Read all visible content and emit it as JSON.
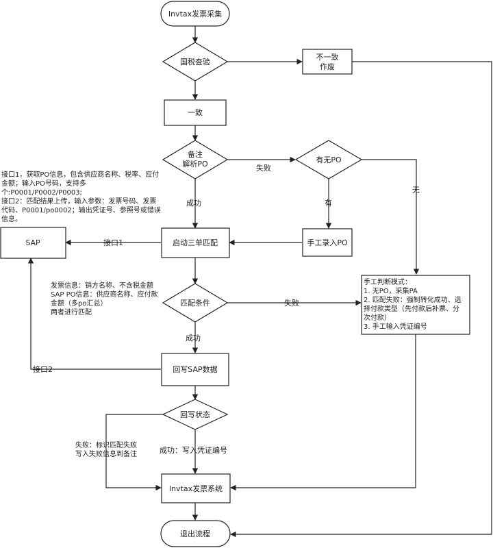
{
  "nodes": {
    "start": "Invtax发票采集",
    "tax_check": "国税查验",
    "void": [
      "不一致",
      "作废"
    ],
    "consistent": "一致",
    "parse_po": [
      "备注",
      "解析PO"
    ],
    "has_po": "有无PO",
    "manual_po": "手工录入PO",
    "sap": "SAP",
    "three_way": "启动三单匹配",
    "match_cond": "匹配条件",
    "manual_mode": [
      "手工判断模式：",
      "1.  无PO，采集PA",
      "2. 匹配失败：强制转化成功、选",
      "择付款类型（先付款后补票、分",
      "次付款）",
      "3.  手工输入凭证编号"
    ],
    "write_back": "回写SAP数据",
    "write_status": "回写状态",
    "invtax_system": "Invtax发票系统",
    "exit": "退出流程"
  },
  "edge_labels": {
    "fail1": "失败",
    "no": "无",
    "yes": "有",
    "success1": "成功",
    "api1": "接口1",
    "fail2": "失败",
    "success2": "成功",
    "api2": "接口2",
    "success3": "成功：写入凭证编号",
    "fail3": [
      "失败：标识匹配失败",
      "写入失败信息到备注"
    ]
  },
  "annotations": {
    "api_note": [
      "接口1，获取PO信息，包含供应商名称、税率、应付",
      "金额；输入PO号码，支持多",
      "个:P0001/P0002/P0003;",
      "接口2：匹配结果上传，输入参数：发票号码、发票",
      "代码、P0001/po0002；输出凭证号、参照号或错误",
      "信息。"
    ],
    "match_note": [
      "发票信息：销方名称、不含税金额",
      "SAP PO信息：供应商名称、应付款",
      "金额（多po汇总）",
      "两者进行匹配"
    ]
  }
}
